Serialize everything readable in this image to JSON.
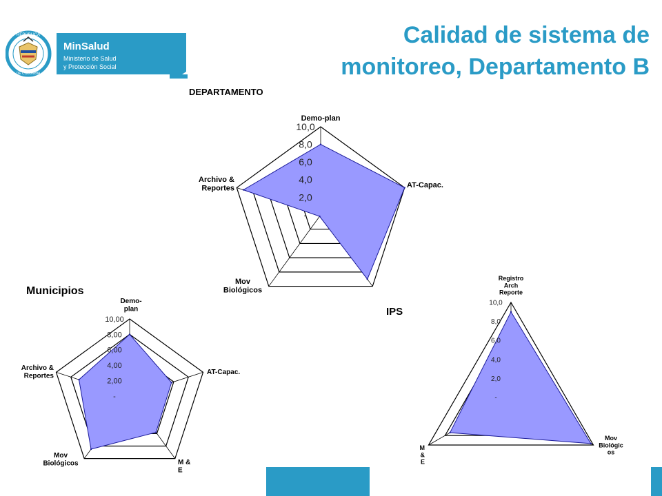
{
  "page": {
    "title_line1": "Calidad de sistema de",
    "title_line2": "monitoreo, Departamento B"
  },
  "logo": {
    "seal_text_top": "REPÚBLICA",
    "seal_text_bottom": "DE COLOMBIA",
    "brand": "MinSalud",
    "line1": "Ministerio de Salud",
    "line2": "y Protección Social"
  },
  "colors": {
    "accent": "#2a9bc6",
    "fill": "#9999ff",
    "stroke": "#000000"
  },
  "chart_data": [
    {
      "id": "dept",
      "type": "radar",
      "title": "DEPARTAMENTO",
      "categories": [
        "Demo-plan",
        "AT-Capac.",
        "",
        "Mov Biológicos",
        "Archivo & Reportes"
      ],
      "values": [
        8.0,
        10.0,
        9.0,
        0.2,
        9.2
      ],
      "ticks": [
        "-",
        "2,0",
        "4,0",
        "6,0",
        "8,0",
        "10,0"
      ],
      "range": [
        0,
        10
      ]
    },
    {
      "id": "mun",
      "type": "radar",
      "title": "Municipios",
      "categories": [
        "Demo-plan",
        "AT-Capac.",
        "M & E",
        "Mov Biológicos",
        "Archivo & Reportes"
      ],
      "values": [
        8.0,
        5.7,
        5.8,
        8.5,
        6.9
      ],
      "ticks": [
        "-",
        "2,00",
        "4,00",
        "6,00",
        "8,00",
        "10,00"
      ],
      "range": [
        0,
        10
      ]
    },
    {
      "id": "ips",
      "type": "radar",
      "title": "IPS",
      "categories": [
        "Registro Arch Reporte",
        "Mov Biológic os",
        "M & E"
      ],
      "values": [
        9.0,
        9.7,
        7.4
      ],
      "ticks": [
        "-",
        "2,0",
        "4,0",
        "6,0",
        "8,0",
        "10,0"
      ],
      "range": [
        0,
        10
      ]
    }
  ]
}
